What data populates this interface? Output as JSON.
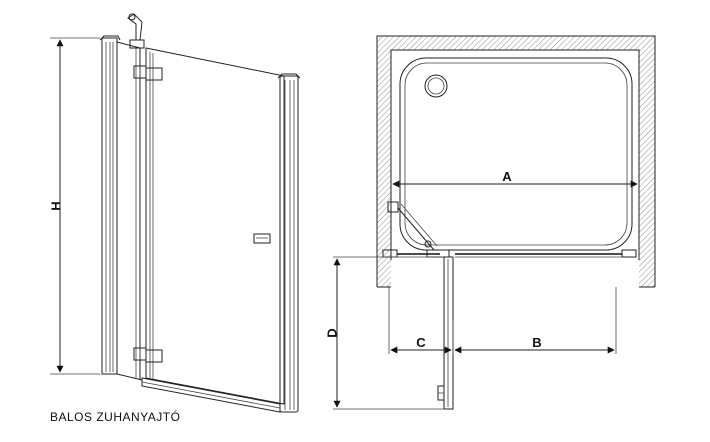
{
  "dimensions": {
    "height_label": "H",
    "width_a_label": "A",
    "width_b_label": "B",
    "width_c_label": "C",
    "depth_d_label": "D"
  },
  "caption": "BALOS ZUHANYAJTÓ"
}
